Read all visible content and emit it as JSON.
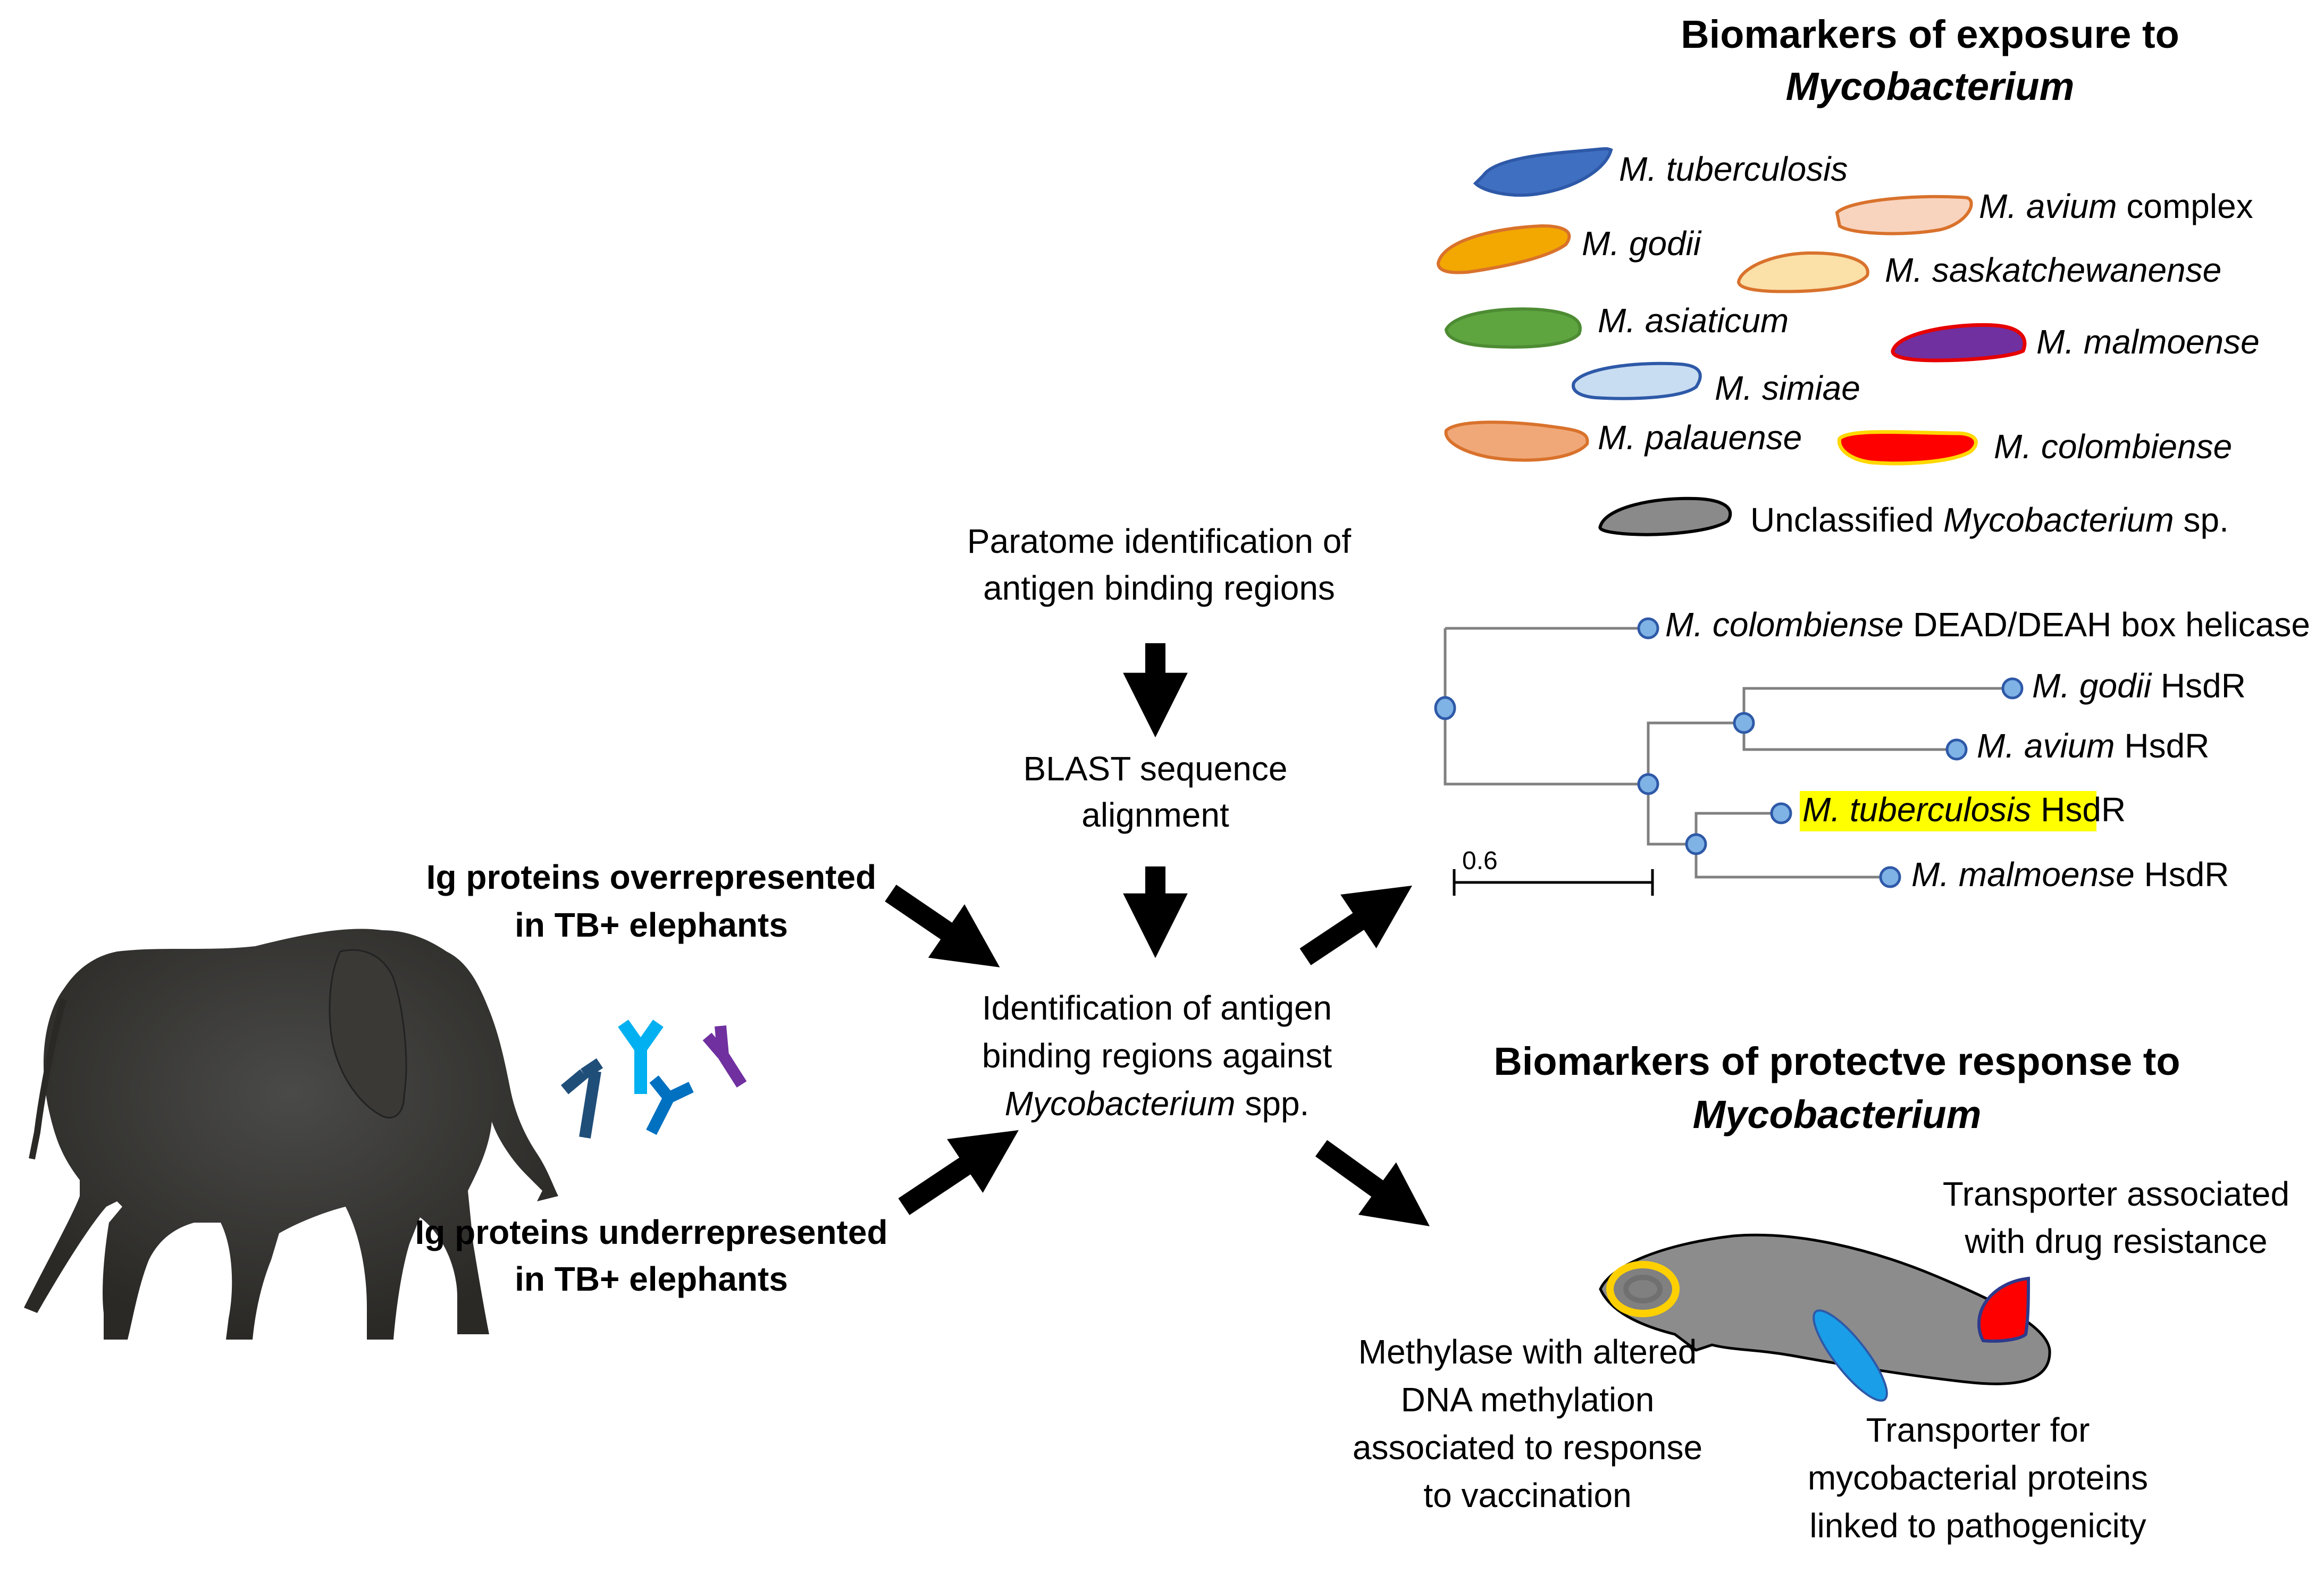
{
  "exposure": {
    "title_line1": "Biomarkers of exposure to",
    "title_line2": "Mycobacterium",
    "species": [
      {
        "name": "M. tuberculosis",
        "suffix": "",
        "fill": "#3f6fc0",
        "stroke": "#2e59a8"
      },
      {
        "name": "M. avium",
        "suffix": " complex",
        "fill": "#f8d4bf",
        "stroke": "#d9722c"
      },
      {
        "name": "M. godii",
        "suffix": "",
        "fill": "#f2a800",
        "stroke": "#d9722c"
      },
      {
        "name": "M. saskatchewanense",
        "suffix": "",
        "fill": "#fbe0a8",
        "stroke": "#d9722c"
      },
      {
        "name": "M. asiaticum",
        "suffix": "",
        "fill": "#5ea540",
        "stroke": "#4d8c33"
      },
      {
        "name": "M. malmoense",
        "suffix": "",
        "fill": "#7030a0",
        "stroke": "#e60000"
      },
      {
        "name": "M. simiae",
        "suffix": "",
        "fill": "#c9ddf2",
        "stroke": "#2e59a8"
      },
      {
        "name": "M. palauense",
        "suffix": "",
        "fill": "#f0a878",
        "stroke": "#d9722c"
      },
      {
        "name": "M. colombiense",
        "suffix": "",
        "fill": "#ff0000",
        "stroke": "#ffd800"
      },
      {
        "name": "Unclassified ",
        "italic_part": "Mycobacterium",
        "suffix": " sp.",
        "fill": "#8a8a8a",
        "stroke": "#000000"
      }
    ]
  },
  "tree": {
    "leaves": [
      {
        "italic": "M. colombiense",
        "rest": " DEAD/DEAH box helicase",
        "highlight": false
      },
      {
        "italic": "M. godii",
        "rest": " HsdR",
        "highlight": false
      },
      {
        "italic": "M. avium",
        "rest": " HsdR",
        "highlight": false
      },
      {
        "italic": "M. tuberculosis",
        "rest": " HsdR",
        "highlight": true
      },
      {
        "italic": "M. malmoense",
        "rest": " HsdR",
        "highlight": false
      }
    ],
    "scale_label": "0.6",
    "highlight_color": "#ffff00",
    "node_color": "#7fb2e5"
  },
  "workflow": {
    "paratome": [
      "Paratome identification of",
      "antigen binding regions"
    ],
    "blast": [
      "BLAST sequence",
      "alignment"
    ],
    "identification": [
      "Identification of antigen",
      "binding regions against"
    ],
    "identification_italic": "Mycobacterium",
    "identification_suffix": " spp."
  },
  "inputs": {
    "over": [
      "Ig proteins overrepresented",
      "in TB+ elephants"
    ],
    "under": [
      "Ig proteins underrepresented",
      "in TB+ elephants"
    ],
    "antibody_colors": [
      "#1f4e79",
      "#00b0f0",
      "#0070c0",
      "#7030a0"
    ]
  },
  "protective": {
    "title_line1": "Biomarkers of protectve response to",
    "title_line2": "Mycobacterium",
    "drug": [
      "Transporter associated",
      "with drug resistance"
    ],
    "methylase": [
      "Methylase with altered",
      "DNA methylation",
      "associated to response",
      "to vaccination"
    ],
    "pathogen": [
      "Transporter for",
      "mycobacterial proteins",
      "linked to pathogenicity"
    ]
  }
}
